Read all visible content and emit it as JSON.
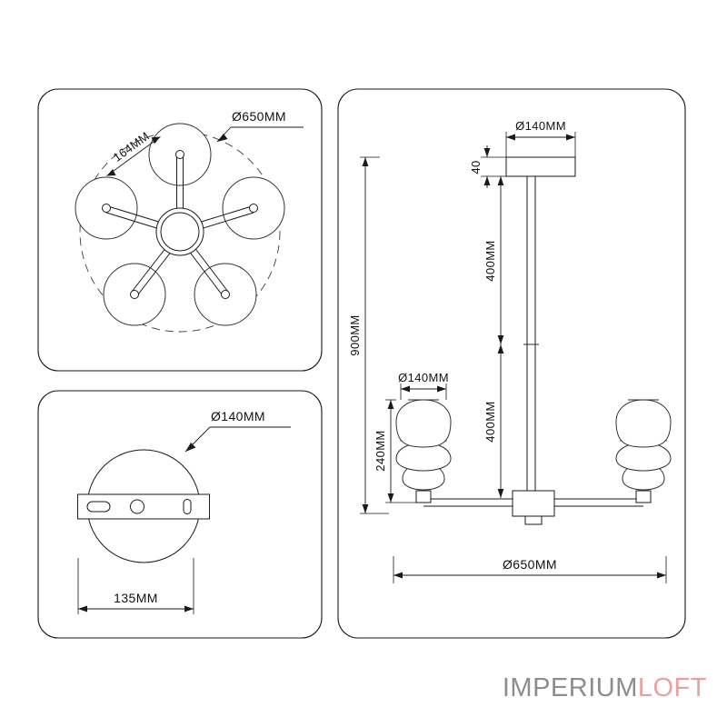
{
  "drawing": {
    "title": "Chandelier technical dimension drawing",
    "units": "MM",
    "line_color": "#1a1a1a",
    "background": "#ffffff"
  },
  "panels": {
    "top_view": {
      "name": "top-view-panel",
      "dimensions": {
        "overall_diameter": "Ø650MM",
        "arm_spacing": "164MM"
      },
      "arm_count": 5
    },
    "canopy_detail": {
      "name": "canopy-detail-panel",
      "dimensions": {
        "canopy_diameter": "Ø140MM",
        "bracket_width": "135MM"
      }
    },
    "elevation": {
      "name": "elevation-panel",
      "dimensions": {
        "canopy_diameter": "Ø140MM",
        "canopy_height": "40",
        "rod_upper_length": "400MM",
        "rod_lower_length": "400MM",
        "total_height": "900MM",
        "shade_height": "240MM",
        "shade_diameter": "Ø140MM",
        "spread_diameter": "Ø650MM"
      }
    }
  },
  "logo": {
    "part_one": "IMPERIUM",
    "part_two": "LOFT",
    "color_one": "#8d8d8d",
    "color_two": "#e9a0a0"
  }
}
